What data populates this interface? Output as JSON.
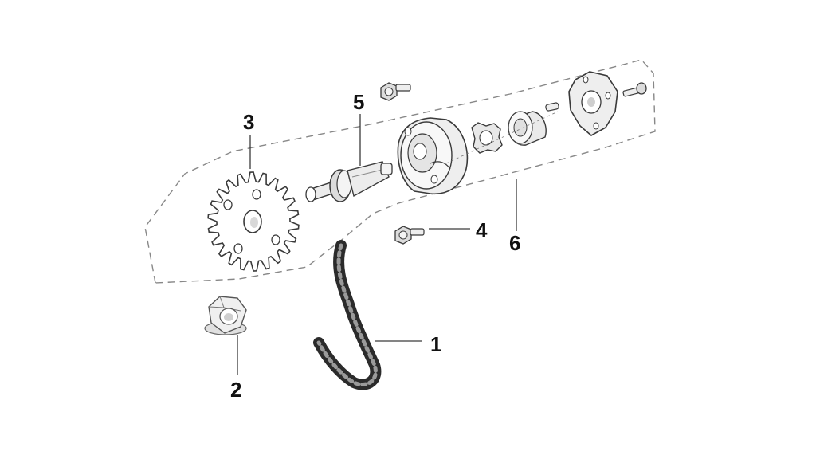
{
  "diagram": {
    "callouts": [
      {
        "id": "1",
        "label": "1",
        "part": "drive-chain"
      },
      {
        "id": "2",
        "label": "2",
        "part": "flange-nut"
      },
      {
        "id": "3",
        "label": "3",
        "part": "sprocket"
      },
      {
        "id": "4",
        "label": "4",
        "part": "flange-bolt"
      },
      {
        "id": "5",
        "label": "5",
        "part": "pump-shaft"
      },
      {
        "id": "6",
        "label": "6",
        "part": "oil-pump-assembly"
      }
    ]
  },
  "colors": {
    "ink": "#111111",
    "outline": "#3a3a3a",
    "dashed": "#888888",
    "fill_light": "#f2f2f2",
    "fill_mid": "#d8d8d8"
  }
}
